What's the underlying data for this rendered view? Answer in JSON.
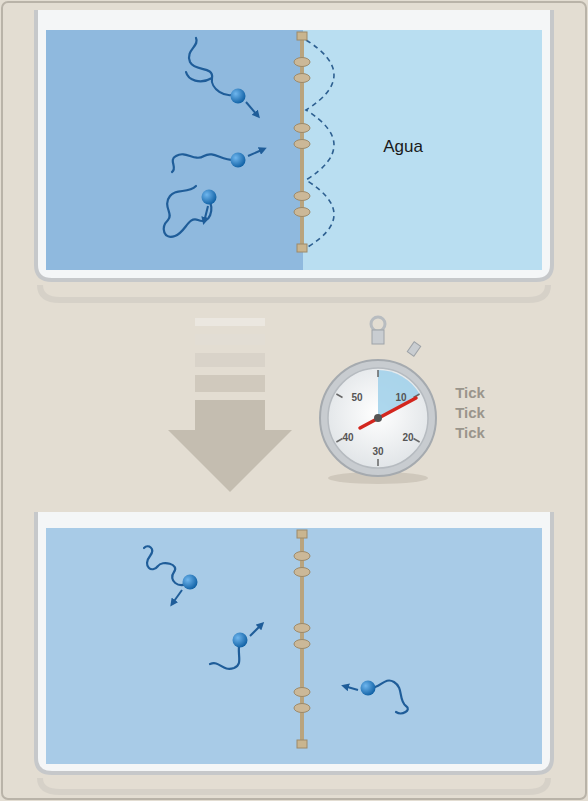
{
  "diagram": {
    "labels": [
      "Agua",
      "50",
      "10",
      "40",
      "20",
      "30",
      "Tick",
      "Tick",
      "Tick"
    ]
  }
}
